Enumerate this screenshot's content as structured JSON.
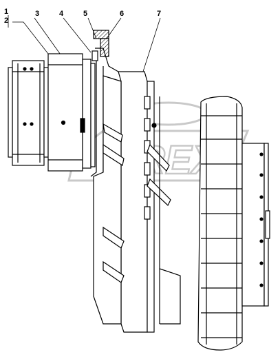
{
  "callouts": [
    {
      "id": "c1",
      "text": "1"
    },
    {
      "id": "c2",
      "text": "2"
    },
    {
      "id": "c3",
      "text": "3"
    },
    {
      "id": "c4",
      "text": "4"
    },
    {
      "id": "c5",
      "text": "5"
    },
    {
      "id": "c6",
      "text": "6"
    },
    {
      "id": "c7",
      "text": "7"
    }
  ],
  "watermark": "QREX",
  "colors": {
    "line": "#000000",
    "watermark": "#9a9a9a",
    "background": "#ffffff"
  }
}
